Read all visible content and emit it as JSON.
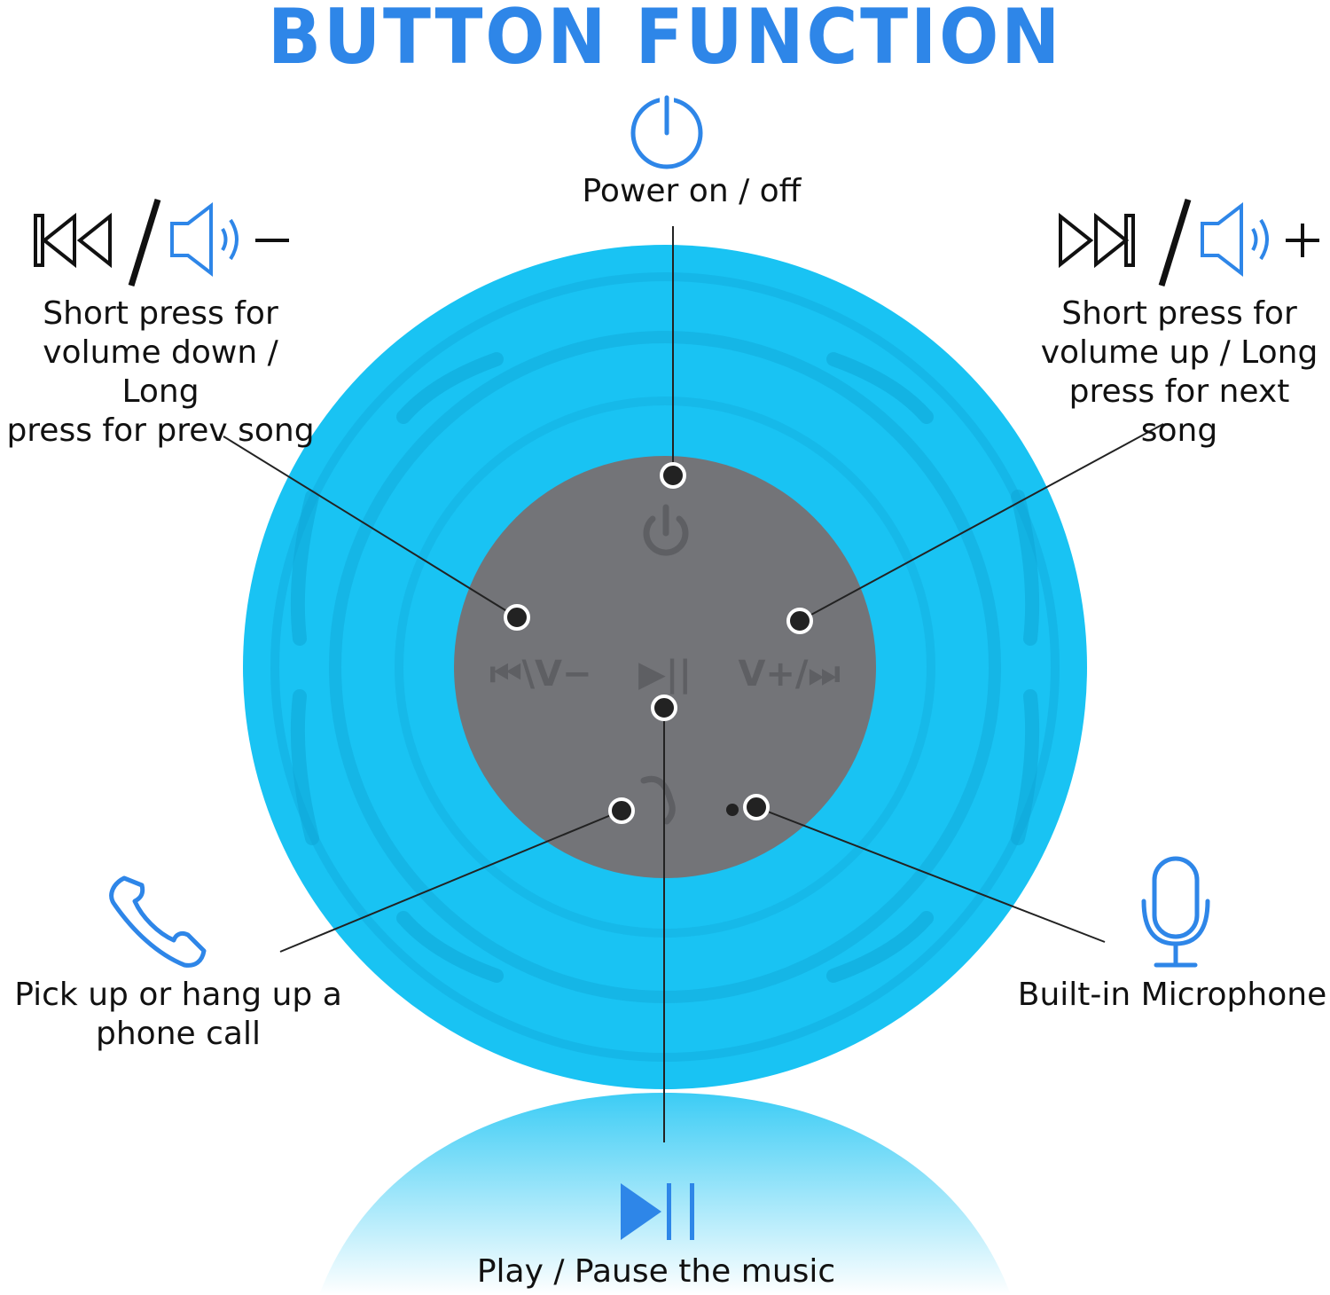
{
  "title": "BUTTON FUNCTION",
  "colors": {
    "accent": "#2e86e8",
    "speaker": "#19c3f3",
    "panel": "#737478",
    "panel_text": "#5e5f63"
  },
  "labels": {
    "power": "Power on / off",
    "vol_down_line1": "Short press for",
    "vol_down_line2": "volume down / Long",
    "vol_down_line3": "press for prev song",
    "vol_up_line1": "Short press for",
    "vol_up_line2": "volume up / Long",
    "vol_up_line3": "press for next song",
    "call_line1": "Pick up or hang up a",
    "call_line2": "phone call",
    "mic": "Built-in Microphone",
    "play": "Play / Pause the music"
  },
  "panel_markings": {
    "left": "⏮\\V−",
    "middle": "▶||",
    "right": "V+/⏭"
  },
  "icons": [
    "power-icon",
    "prev-track-icon",
    "volume-down-icon",
    "next-track-icon",
    "volume-up-icon",
    "phone-icon",
    "microphone-icon",
    "play-pause-icon"
  ]
}
